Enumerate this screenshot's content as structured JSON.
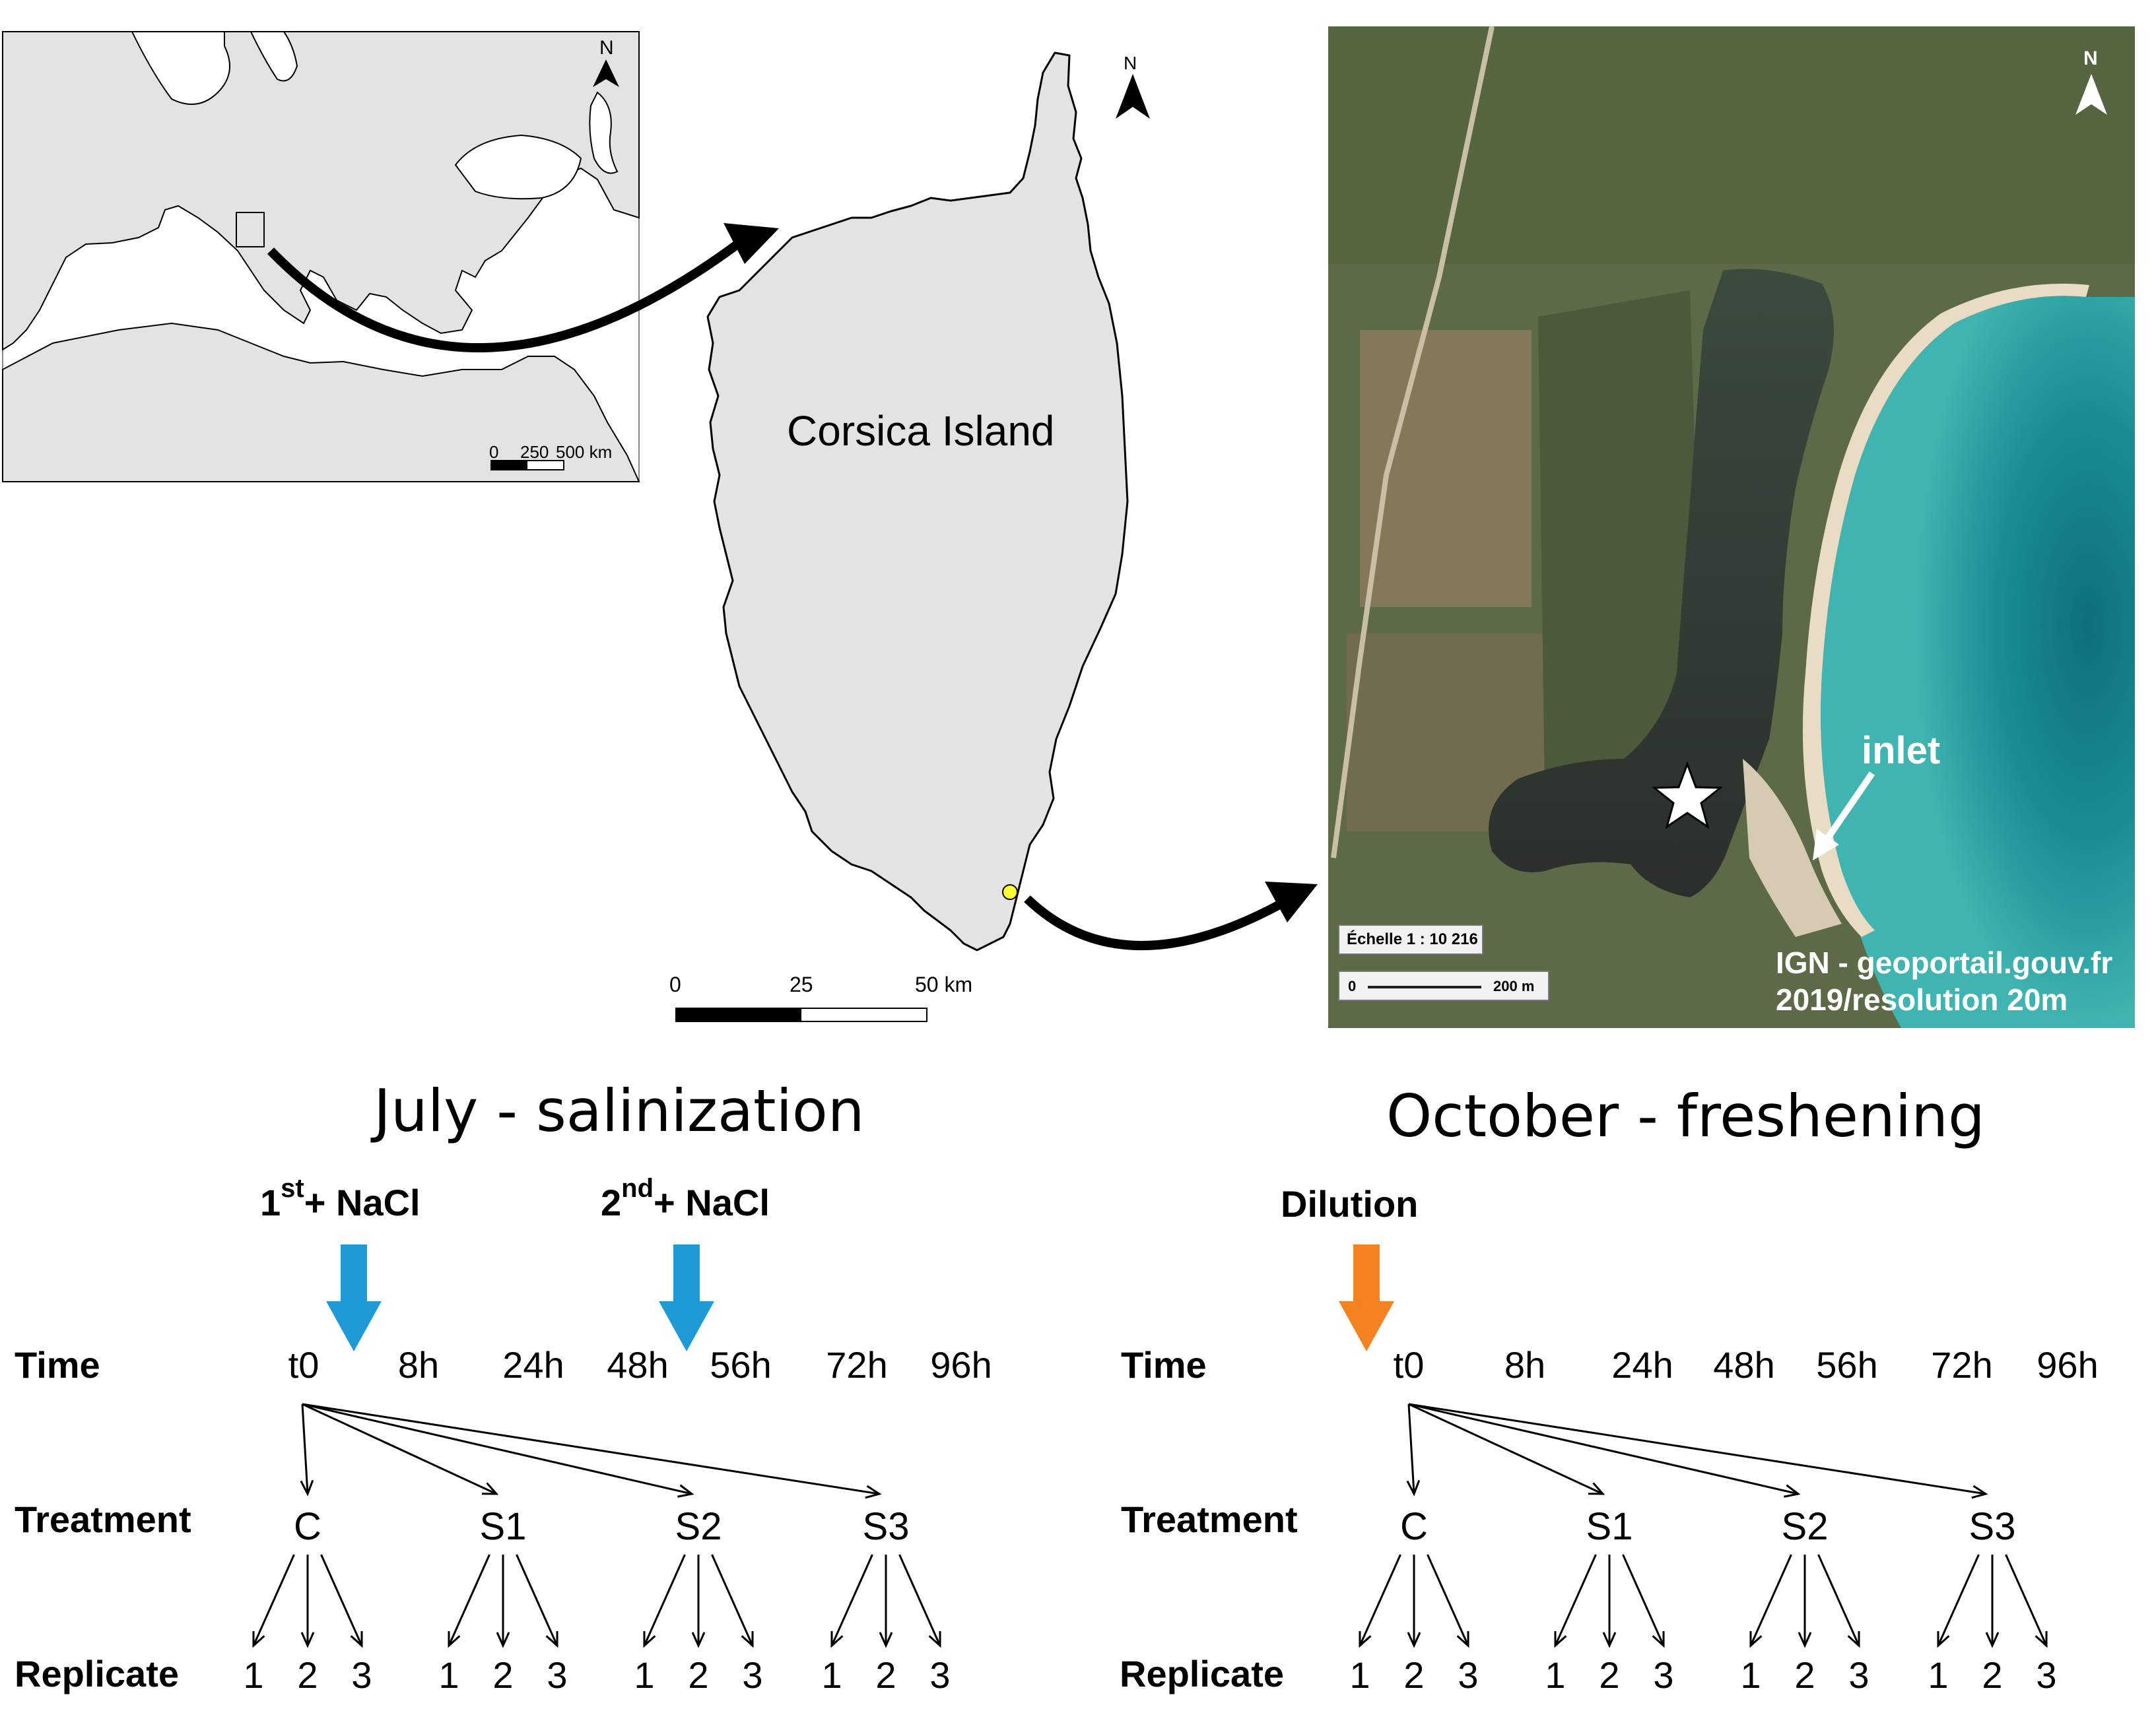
{
  "maps": {
    "europe": {
      "scale_labels": [
        "0",
        "250",
        "500 km"
      ],
      "north": "N"
    },
    "corsica": {
      "label": "Corsica Island",
      "scale_labels": [
        "0",
        "25",
        "50 km"
      ],
      "north": "N"
    },
    "satellite": {
      "inlet_label": "inlet",
      "scale_box": "Échelle 1 : 10 216",
      "distance_labels": [
        "0",
        "200 m"
      ],
      "credit_line1": "IGN - geoportail.gouv.fr",
      "credit_line2": "2019/resolution 20m",
      "north": "N"
    }
  },
  "experiments": {
    "july": {
      "title": "July - salinization",
      "events": [
        {
          "base": "1",
          "sup": "st",
          "rest": "+ NaCl",
          "color": "#1e9bd7"
        },
        {
          "base": "2",
          "sup": "nd",
          "rest": "+ NaCl",
          "color": "#1e9bd7"
        }
      ]
    },
    "october": {
      "title": "October - freshening",
      "events": [
        {
          "label": "Dilution",
          "color": "#f58220"
        }
      ]
    }
  },
  "row_labels": {
    "time": "Time",
    "treatment": "Treatment",
    "replicate": "Replicate"
  },
  "timepoints": [
    "t0",
    "8h",
    "24h",
    "48h",
    "56h",
    "72h",
    "96h"
  ],
  "treatments": [
    "C",
    "S1",
    "S2",
    "S3"
  ],
  "replicates": [
    "1",
    "2",
    "3"
  ]
}
